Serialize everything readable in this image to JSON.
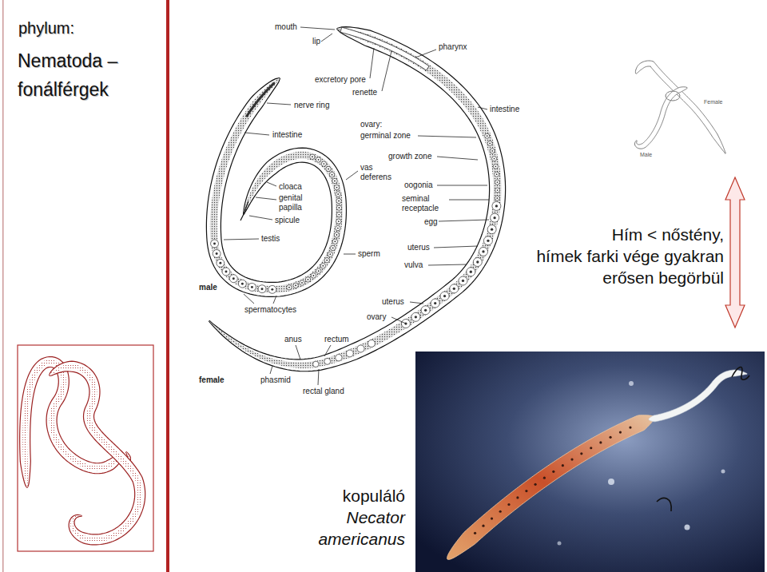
{
  "diagram": {
    "title": "Nematoda – fonálférgek",
    "labels": [
      "phylum:",
      "mouth",
      "lip",
      "pharynx",
      "excretory pore",
      "renette",
      "nerve ring",
      "intestine",
      "intestine",
      "ovary:",
      "germinal zone",
      "growth zone",
      "vas deferens",
      "oogonia",
      "cloaca",
      "genital papilla",
      "spicule",
      "seminal receptacle",
      "egg",
      "testis",
      "sperm",
      "uterus",
      "vulva",
      "male",
      "spermatocytes",
      "uterus",
      "ovary",
      "anus",
      "rectum",
      "female",
      "phasmid",
      "rectal gland",
      "Female",
      "Male",
      "Hím < nőstény,",
      "hímek farki vége gyakran erősen begörbül",
      "kopuláló",
      "Necator americanus"
    ]
  }
}
